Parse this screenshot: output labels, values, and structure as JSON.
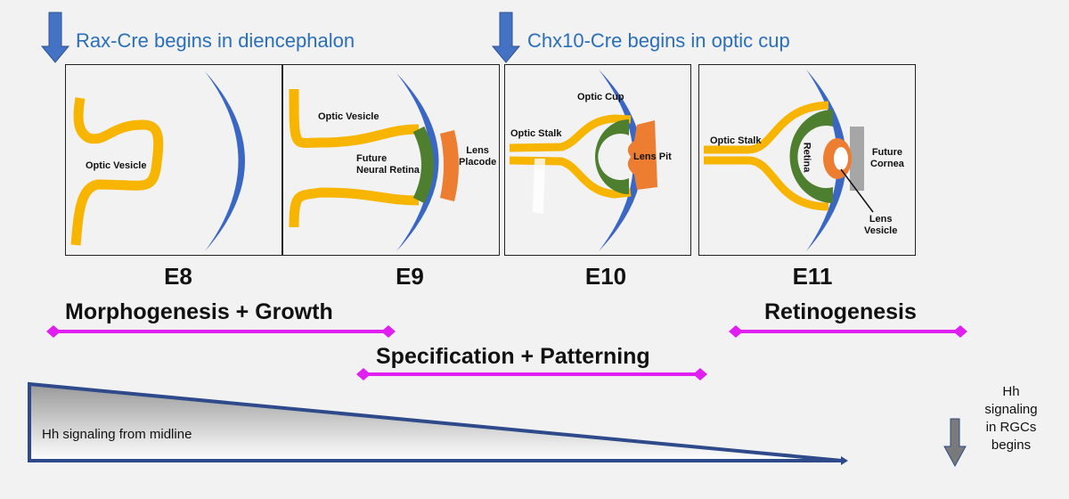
{
  "cre_markers": [
    {
      "label": "Rax-Cre begins in diencephalon"
    },
    {
      "label": "Chx10-Cre begins in optic cup"
    }
  ],
  "panels": [
    {
      "stage": "E8",
      "labels": [
        "Optic Vesicle"
      ]
    },
    {
      "stage": "E9",
      "labels": [
        "Optic Vesicle",
        "Future\nNeural Retina",
        "Lens\nPlacode"
      ]
    },
    {
      "stage": "E10",
      "labels": [
        "Optic Cup",
        "Optic Stalk",
        "Lens Pit"
      ]
    },
    {
      "stage": "E11",
      "labels": [
        "Optic Stalk",
        "Retina",
        "Future\nCornea",
        "Lens\nVesicle"
      ]
    }
  ],
  "phases": [
    {
      "label": "Morphogenesis + Growth"
    },
    {
      "label": "Specification + Patterning"
    },
    {
      "label": "Retinogenesis"
    }
  ],
  "gradient": {
    "label": "Hh signaling from midline"
  },
  "hh_rgc": {
    "label": "Hh signaling in RGCs begins"
  },
  "colors": {
    "cre_text": "#2a6fb8",
    "arrow_blue": "#4472c4",
    "vesicle_yellow": "#f7b500",
    "retina_green": "#4e7f2e",
    "lens_orange": "#ed7d31",
    "ectoderm_blue": "#3a66c4",
    "cornea_gray": "#a6a6a6",
    "phase_magenta": "#e020f0",
    "gradient_line": "#2e4a8a"
  }
}
